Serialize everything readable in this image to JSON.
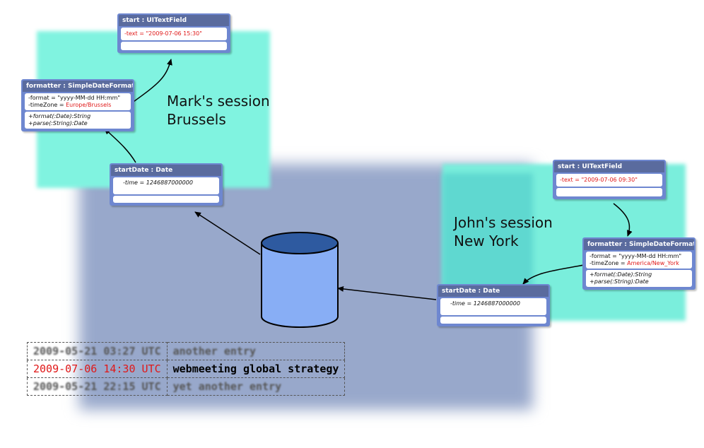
{
  "sessions": {
    "mark": {
      "label": "Mark's session\nBrussels"
    },
    "john": {
      "label": "John's session\nNew York"
    }
  },
  "mark": {
    "start": {
      "title": "start : UITextField",
      "text": "-text = \"2009-07-06 15:30\""
    },
    "formatter": {
      "title": "formatter : SimpleDateFormat",
      "format_line": "-format = \"yyyy-MM-dd HH:mm\"",
      "timezone_prefix": "-timeZone = ",
      "timezone_value": "Europe/Brussels",
      "method1": "+format(:Date):String",
      "method2": "+parse(:String):Date"
    },
    "startDate": {
      "title": "startDate : Date",
      "time": "-time = 1246887000000"
    }
  },
  "john": {
    "start": {
      "title": "start : UITextField",
      "text": "-text = \"2009-07-06 09:30\""
    },
    "formatter": {
      "title": "formatter : SimpleDateFormat",
      "format_line": "-format = \"yyyy-MM-dd HH:mm\"",
      "timezone_prefix": "-timeZone = ",
      "timezone_value": "America/New_York",
      "method1": "+format(:Date):String",
      "method2": "+parse(:String):Date"
    },
    "startDate": {
      "title": "startDate : Date",
      "time": "-time = 1246887000000"
    }
  },
  "table": {
    "rows": [
      {
        "timestamp": "2009-05-21 03:27 UTC",
        "title": "another entry"
      },
      {
        "timestamp": "2009-07-06 14:30 UTC",
        "title": "webmeeting global strategy"
      },
      {
        "timestamp": "2009-05-21 22:15 UTC",
        "title": "yet another entry"
      }
    ]
  },
  "colors": {
    "db_fill": "#88aef5",
    "db_top": "#2e5aa0",
    "highlight": "#e01818",
    "uml_border": "#6e87d0",
    "uml_header": "#5a6b9e"
  }
}
